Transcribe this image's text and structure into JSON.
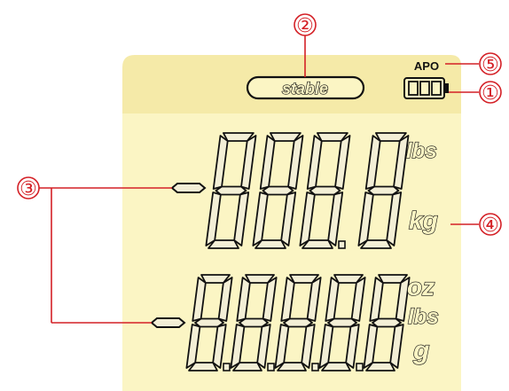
{
  "display": {
    "background_color": "#fbf5c4",
    "status_bar_color": "#f5eaa8",
    "segment_color": "#f3efd6",
    "outline_color": "#111111",
    "callout_color": "#d42026",
    "stable_label": "stable",
    "apo_label": "APO",
    "upper_units": [
      "lbs",
      "kg"
    ],
    "lower_units": [
      "oz",
      "lbs",
      "g"
    ]
  },
  "callouts": {
    "battery": "①",
    "stable": "②",
    "digits": "③",
    "unit": "④",
    "apo": "⑤"
  }
}
